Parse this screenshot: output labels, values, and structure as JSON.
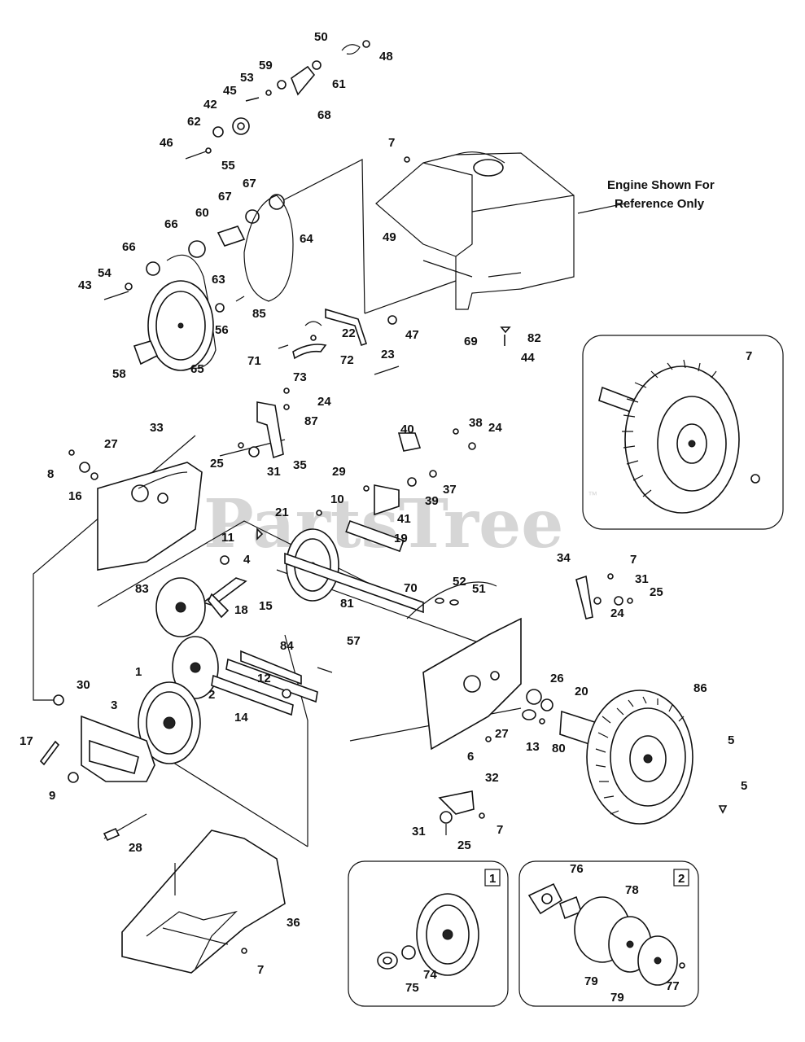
{
  "diagram": {
    "note_line1": "Engine Shown For",
    "note_line2": "Reference Only",
    "watermark": "PartsTree",
    "trademark": "™",
    "inset1_label": "1",
    "inset2_label": "2",
    "callouts": [
      "50",
      "48",
      "59",
      "53",
      "61",
      "45",
      "42",
      "68",
      "62",
      "46",
      "55",
      "7",
      "67",
      "67",
      "66",
      "60",
      "64",
      "66",
      "54",
      "43",
      "63",
      "49",
      "85",
      "56",
      "58",
      "65",
      "71",
      "72",
      "22",
      "23",
      "47",
      "69",
      "82",
      "44",
      "73",
      "24",
      "7",
      "87",
      "33",
      "27",
      "8",
      "16",
      "25",
      "31",
      "35",
      "40",
      "38",
      "24",
      "29",
      "37",
      "39",
      "10",
      "41",
      "21",
      "19",
      "11",
      "4",
      "83",
      "18",
      "15",
      "81",
      "70",
      "52",
      "51",
      "34",
      "7",
      "31",
      "25",
      "24",
      "84",
      "57",
      "30",
      "12",
      "2",
      "1",
      "3",
      "14",
      "17",
      "9",
      "26",
      "20",
      "86",
      "27",
      "13",
      "80",
      "6",
      "5",
      "5",
      "28",
      "32",
      "31",
      "25",
      "7",
      "36",
      "7",
      "76",
      "78",
      "74",
      "75",
      "79",
      "79",
      "77"
    ]
  }
}
